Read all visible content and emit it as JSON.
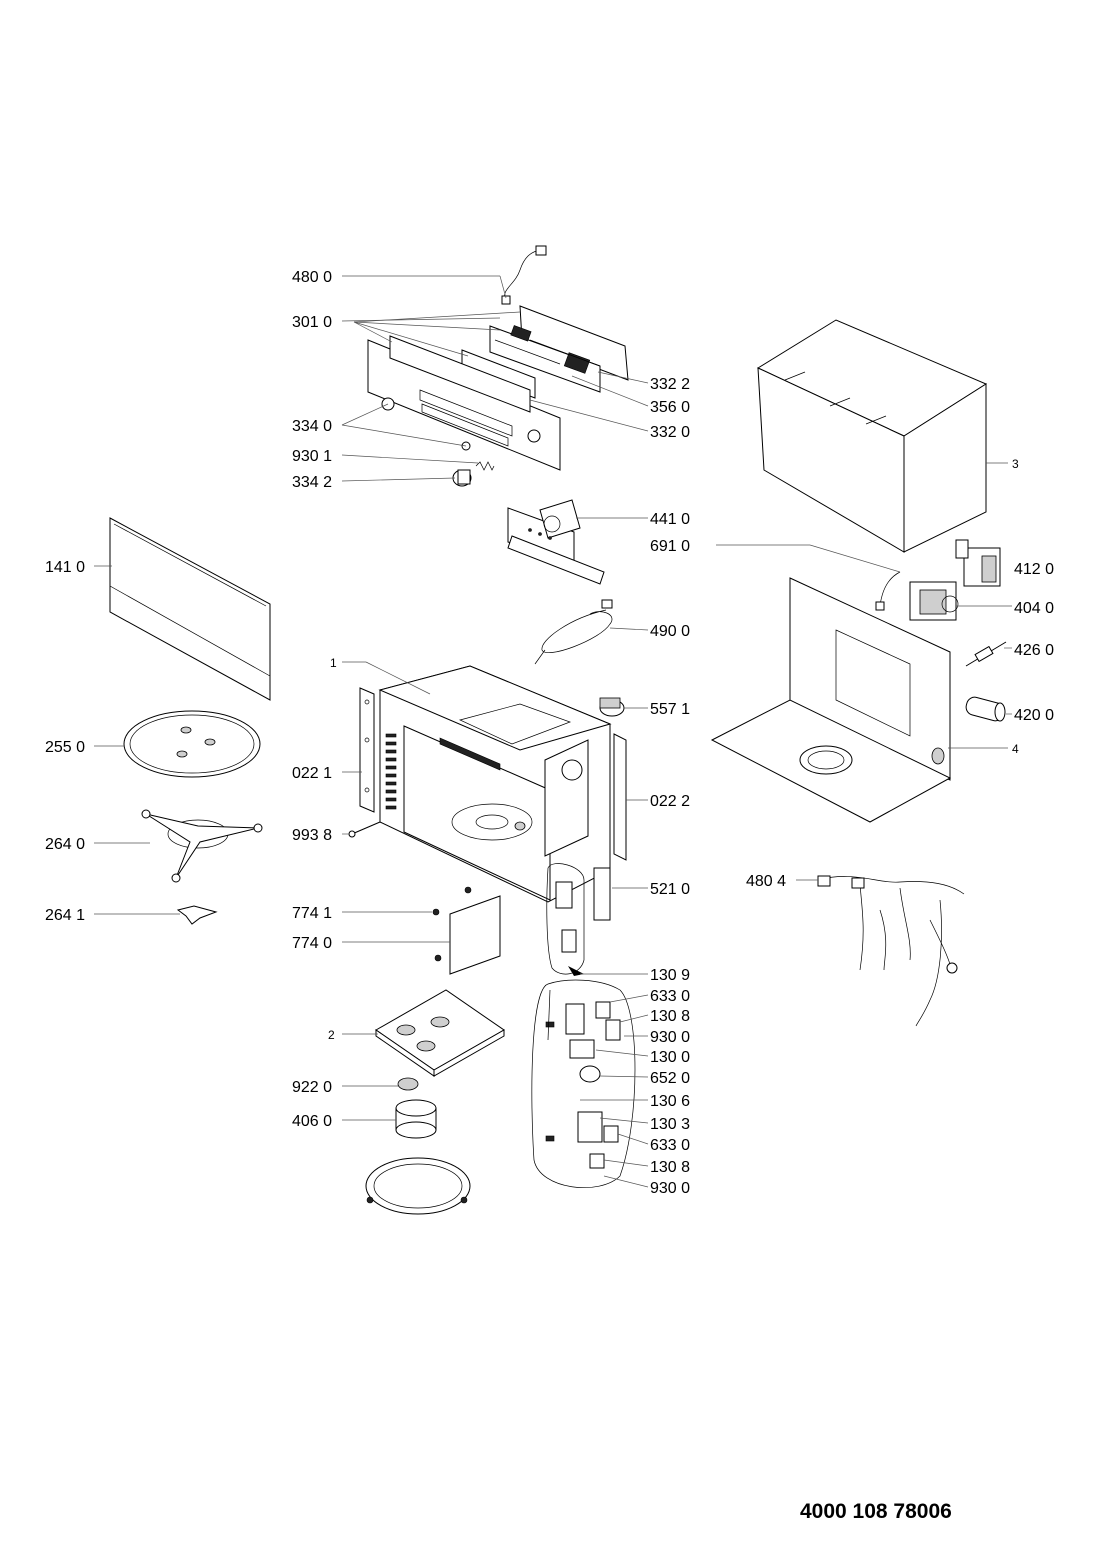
{
  "document_number": "4000 108 78006",
  "callouts": [
    {
      "id": "c480-0",
      "label": "480 0"
    },
    {
      "id": "c301-0",
      "label": "301 0"
    },
    {
      "id": "c332-2",
      "label": "332 2"
    },
    {
      "id": "c356-0",
      "label": "356 0"
    },
    {
      "id": "c332-0",
      "label": "332 0"
    },
    {
      "id": "c334-0",
      "label": "334 0"
    },
    {
      "id": "c930-1",
      "label": "930 1"
    },
    {
      "id": "c334-2",
      "label": "334 2"
    },
    {
      "id": "c441-0",
      "label": "441 0"
    },
    {
      "id": "c691-0",
      "label": "691 0"
    },
    {
      "id": "c141-0",
      "label": "141 0"
    },
    {
      "id": "c490-0",
      "label": "490 0"
    },
    {
      "id": "c1",
      "label": "1"
    },
    {
      "id": "c557-1",
      "label": "557 1"
    },
    {
      "id": "c255-0",
      "label": "255 0"
    },
    {
      "id": "c022-1",
      "label": "022 1"
    },
    {
      "id": "c022-2",
      "label": "022 2"
    },
    {
      "id": "c264-0",
      "label": "264 0"
    },
    {
      "id": "c993-8",
      "label": "993 8"
    },
    {
      "id": "c521-0",
      "label": "521 0"
    },
    {
      "id": "c264-1",
      "label": "264 1"
    },
    {
      "id": "c774-1",
      "label": "774 1"
    },
    {
      "id": "c774-0",
      "label": "774 0"
    },
    {
      "id": "c130-9",
      "label": "130 9"
    },
    {
      "id": "c633-0a",
      "label": "633 0"
    },
    {
      "id": "c130-8a",
      "label": "130 8"
    },
    {
      "id": "c2",
      "label": "2"
    },
    {
      "id": "c930-0a",
      "label": "930 0"
    },
    {
      "id": "c130-0",
      "label": "130 0"
    },
    {
      "id": "c652-0",
      "label": "652 0"
    },
    {
      "id": "c922-0",
      "label": "922 0"
    },
    {
      "id": "c130-6",
      "label": "130 6"
    },
    {
      "id": "c406-0",
      "label": "406 0"
    },
    {
      "id": "c130-3",
      "label": "130 3"
    },
    {
      "id": "c633-0b",
      "label": "633 0"
    },
    {
      "id": "c130-8b",
      "label": "130 8"
    },
    {
      "id": "c930-0b",
      "label": "930 0"
    },
    {
      "id": "c3",
      "label": "3"
    },
    {
      "id": "c412-0",
      "label": "412 0"
    },
    {
      "id": "c404-0",
      "label": "404 0"
    },
    {
      "id": "c426-0",
      "label": "426 0"
    },
    {
      "id": "c420-0",
      "label": "420 0"
    },
    {
      "id": "c4",
      "label": "4"
    },
    {
      "id": "c480-4",
      "label": "480 4"
    }
  ]
}
